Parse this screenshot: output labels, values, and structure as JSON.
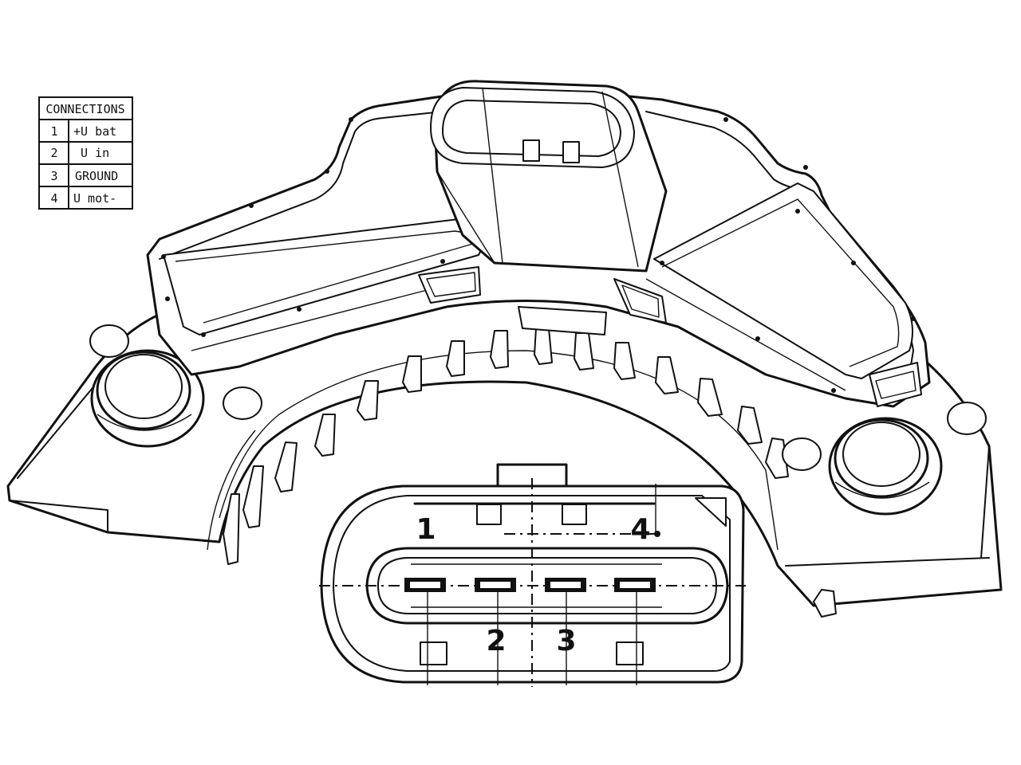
{
  "connections_table": {
    "title": "CONNECTIONS",
    "rows": [
      {
        "num": "1",
        "label": "+U bat"
      },
      {
        "num": "2",
        "label": "U in"
      },
      {
        "num": "3",
        "label": "GROUND"
      },
      {
        "num": "4",
        "label": "U mot-"
      }
    ]
  },
  "pin_labels": [
    "1",
    "2",
    "3",
    "4"
  ]
}
